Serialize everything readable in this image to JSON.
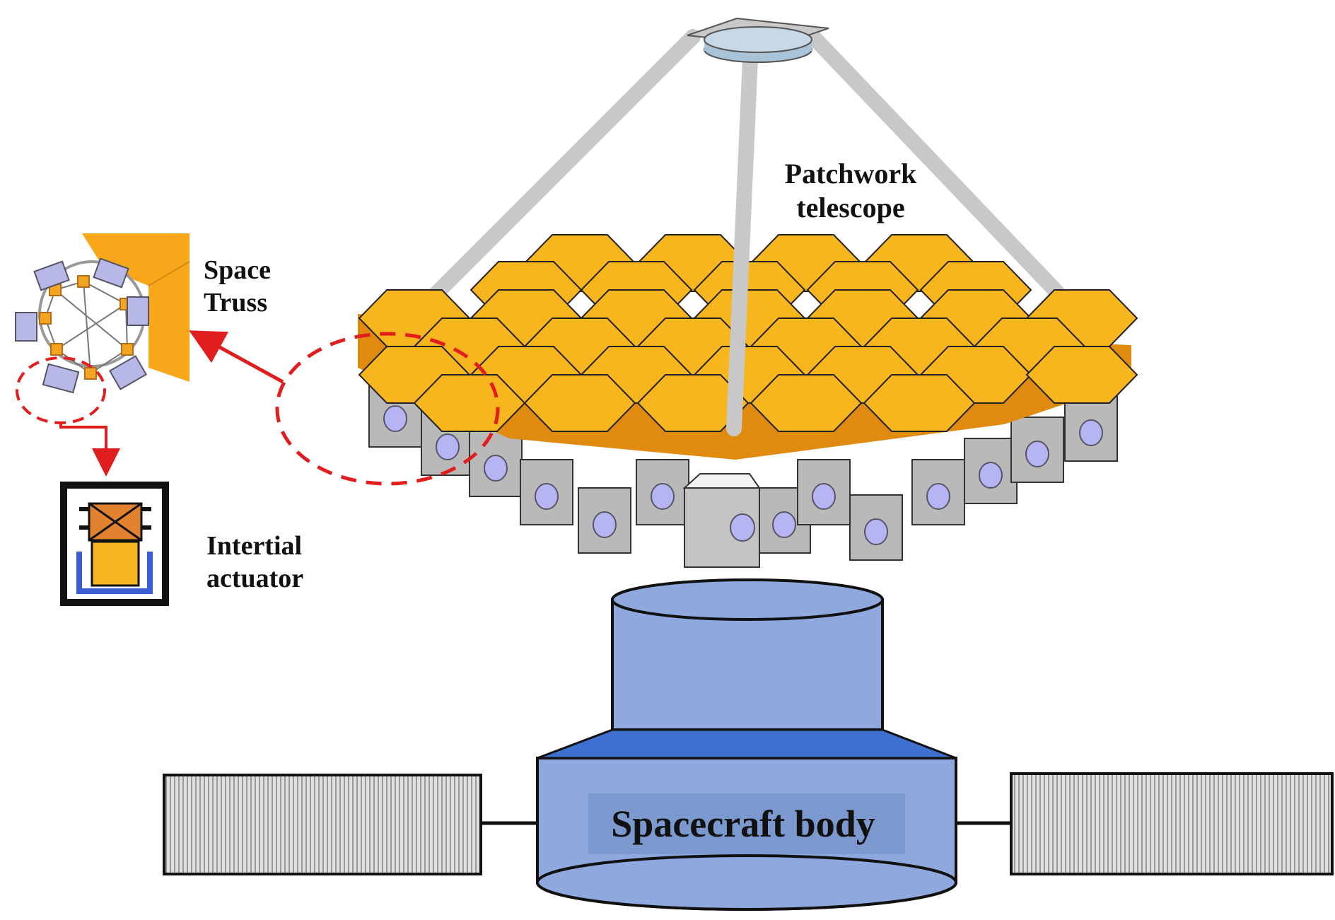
{
  "labels": {
    "patchwork_line1": "Patchwork",
    "patchwork_line2": "telescope",
    "truss_line1": "Space",
    "truss_line2": "Truss",
    "actuator_line1": "Intertial",
    "actuator_line2": "actuator",
    "spacecraft_body": "Spacecraft body"
  },
  "colors": {
    "hex_top": "#f8b61e",
    "hex_edge": "#222222",
    "hex_side": "#e08a10",
    "strut": "#c8c8c8",
    "module_gray": "#b9b9b9",
    "knob": "#b6b4f2",
    "callout_red": "#e11d1d",
    "body_fill": "#8fa8dd",
    "body_top": "#3f6fcf",
    "body_label_bg": "#7c99cf",
    "panel_fill": "#d9d9d9",
    "actuator_orange": "#e2812e",
    "actuator_yellow": "#f7b51f",
    "actuator_blue": "#3b5fd3"
  }
}
